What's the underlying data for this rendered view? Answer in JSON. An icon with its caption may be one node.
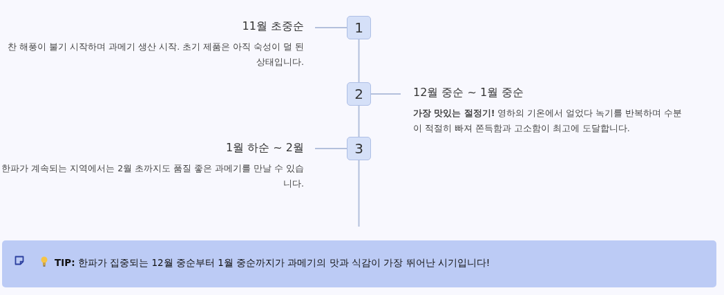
{
  "diagram": {
    "nodes": [
      {
        "text": [
          "1"
        ]
      },
      {
        "text": [
          "2"
        ]
      },
      {
        "text": [
          "3"
        ]
      },
      {
        "text": [
          "11월 초중순",
          "찬 해풍이 불기 시작하며 과메기 생산 시작. 초기 제품은 아직 숙성이 덜 된 상태입니다."
        ]
      },
      {
        "text": [
          "12월 중순 ~ 1월 중순",
          "**가장 맛있는 절정기!** 영하의 기온에서 얼었다 녹기를 반복하며 수분이 적절히 빠져 쫀득함과 고소함이 최고에 도달합니다."
        ]
      },
      {
        "text": [
          "1월 하순 ~ 2월",
          "한파가 계속되는 지역에서는 2월 초까지도 품질 좋은 과메기를 만날 수 있습니다."
        ]
      },
      {
        "text": [
          "**TIP:** 한파가 집중되는 12월 중순부터 1월 중순까지가 과메기의 맛과 식감이 가장 뛰어난 시기입니다!"
        ]
      }
    ],
    "edges": [
      {
        "from": 0,
        "to": 1,
        "arrow": "none"
      },
      {
        "from": 1,
        "to": 2,
        "arrow": "none"
      },
      {
        "from": 2,
        "to": null,
        "arrow": "none"
      },
      {
        "from": 0,
        "to": 3,
        "arrow": "none"
      },
      {
        "from": 1,
        "to": 4,
        "arrow": "none"
      },
      {
        "from": 2,
        "to": 5,
        "arrow": "none"
      }
    ]
  }
}
